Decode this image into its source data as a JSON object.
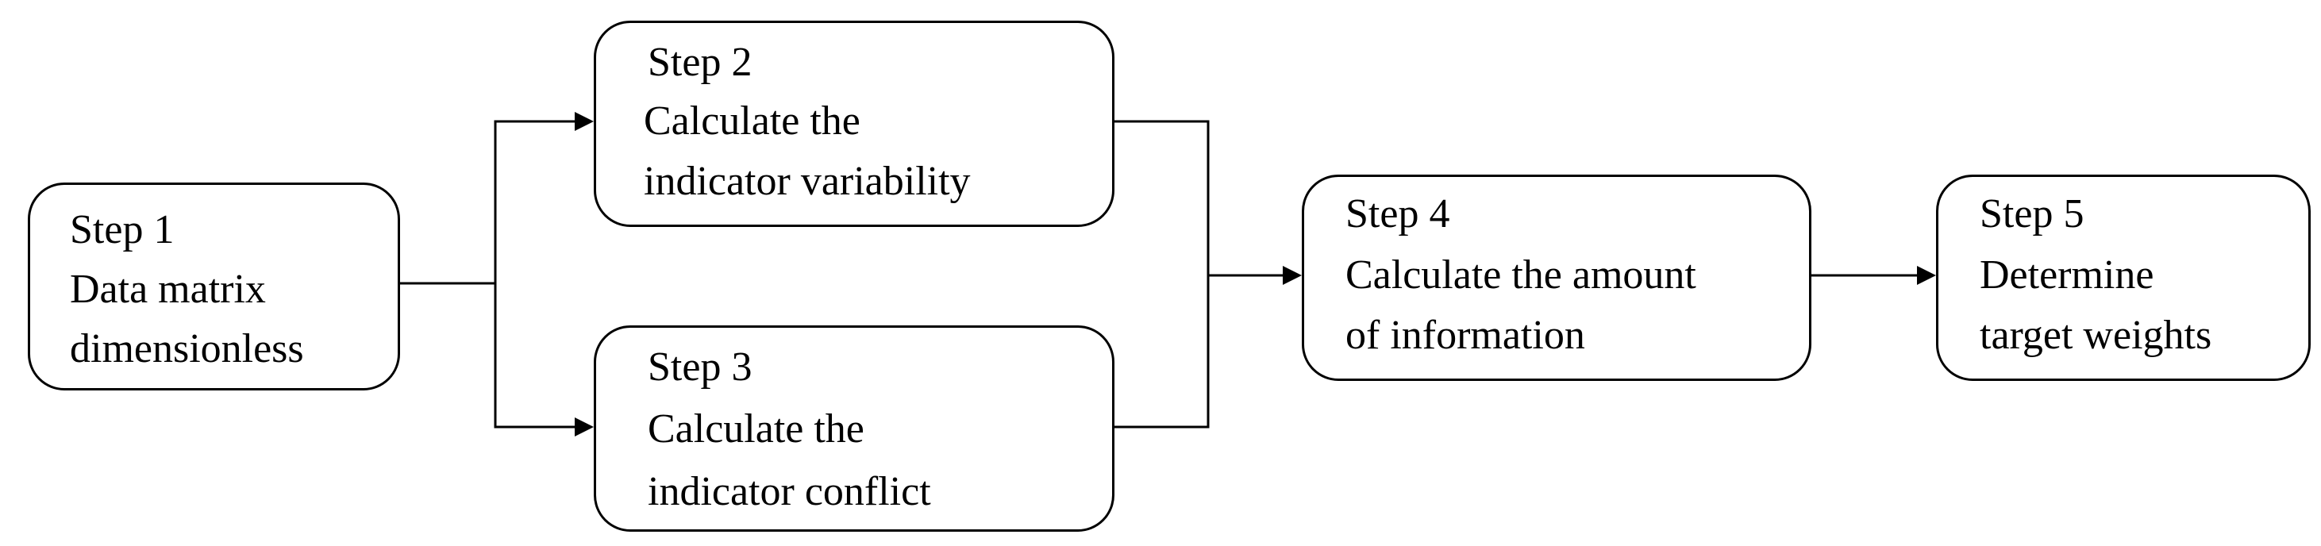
{
  "diagram": {
    "nodes": [
      {
        "id": "step1",
        "lines": [
          "Step 1",
          "Data matrix",
          "dimensionless"
        ]
      },
      {
        "id": "step2",
        "lines": [
          "Step 2",
          "Calculate the",
          "indicator variability"
        ]
      },
      {
        "id": "step3",
        "lines": [
          "Step 3",
          "Calculate the",
          "indicator conflict"
        ]
      },
      {
        "id": "step4",
        "lines": [
          "Step 4",
          "Calculate the amount",
          "of information"
        ]
      },
      {
        "id": "step5",
        "lines": [
          "Step 5",
          "Determine",
          "target weights"
        ]
      }
    ],
    "edges": [
      {
        "from": "step1",
        "to": "step2"
      },
      {
        "from": "step1",
        "to": "step3"
      },
      {
        "from": "step2",
        "to": "step4"
      },
      {
        "from": "step3",
        "to": "step4"
      },
      {
        "from": "step4",
        "to": "step5"
      }
    ],
    "colors": {
      "stroke": "#000000",
      "background": "#ffffff",
      "text": "#000000"
    }
  }
}
